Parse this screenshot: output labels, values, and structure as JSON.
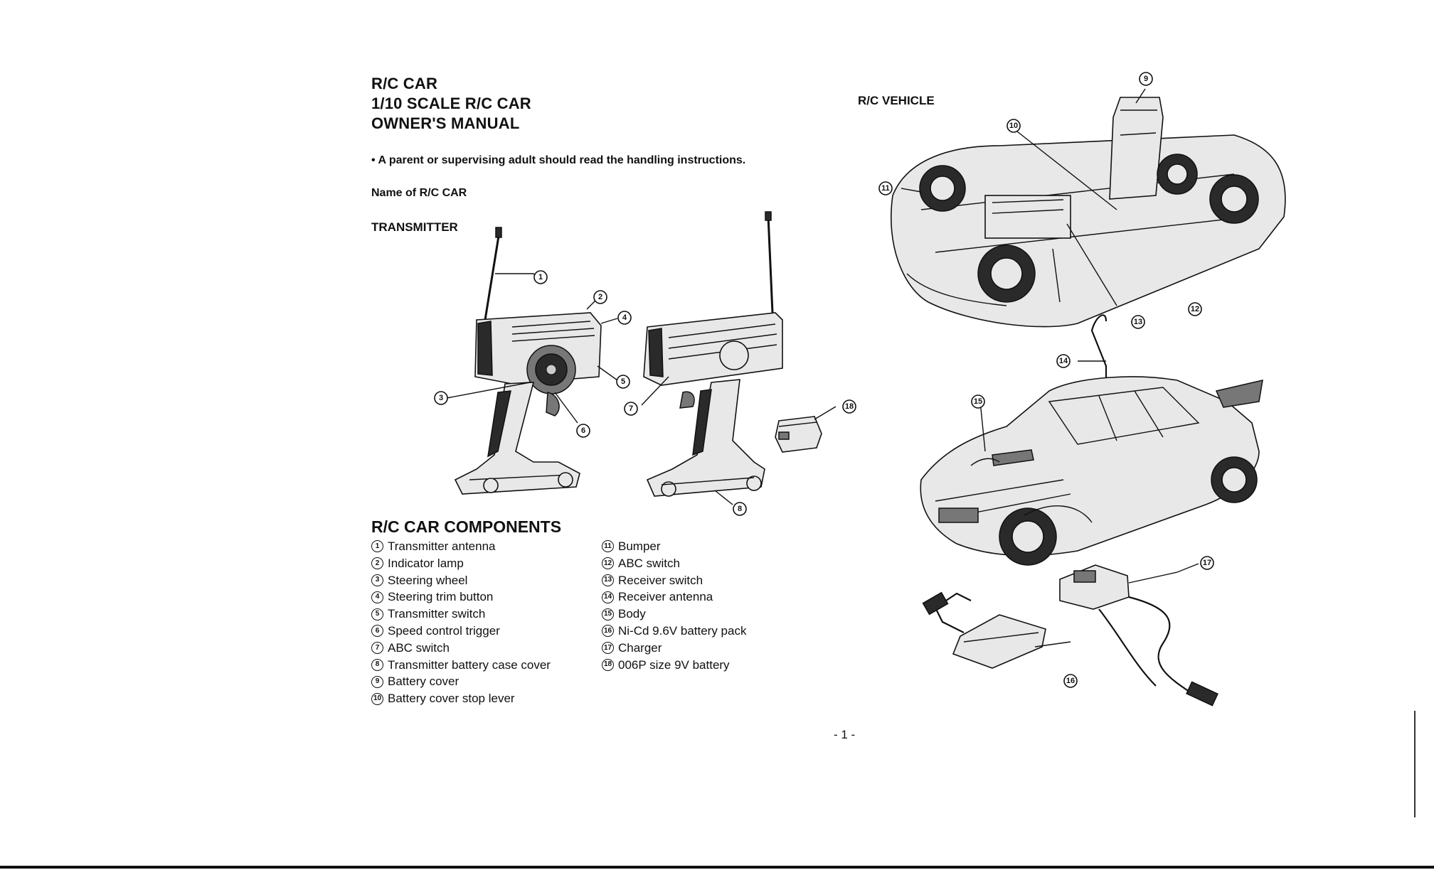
{
  "title": {
    "line1": "R/C CAR",
    "line2": "1/10 SCALE R/C CAR",
    "line3": "OWNER'S MANUAL"
  },
  "notice": "• A parent or supervising adult should read the handling instructions.",
  "name_label": "Name of R/C CAR",
  "transmitter_label": "TRANSMITTER",
  "vehicle_label": "R/C VEHICLE",
  "components": {
    "heading": "R/C CAR COMPONENTS",
    "items": [
      {
        "num": "1",
        "label": "Transmitter antenna"
      },
      {
        "num": "2",
        "label": "Indicator lamp"
      },
      {
        "num": "3",
        "label": "Steering wheel"
      },
      {
        "num": "4",
        "label": "Steering trim button"
      },
      {
        "num": "5",
        "label": "Transmitter switch"
      },
      {
        "num": "6",
        "label": "Speed control trigger"
      },
      {
        "num": "7",
        "label": "ABC switch"
      },
      {
        "num": "8",
        "label": "Transmitter battery case cover"
      },
      {
        "num": "9",
        "label": "Battery cover"
      },
      {
        "num": "10",
        "label": "Battery cover stop lever"
      },
      {
        "num": "11",
        "label": "Bumper"
      },
      {
        "num": "12",
        "label": "ABC switch"
      },
      {
        "num": "13",
        "label": "Receiver switch"
      },
      {
        "num": "14",
        "label": "Receiver antenna"
      },
      {
        "num": "15",
        "label": "Body"
      },
      {
        "num": "16",
        "label": "Ni-Cd 9.6V battery pack"
      },
      {
        "num": "17",
        "label": "Charger"
      },
      {
        "num": "18",
        "label": "006P size 9V battery"
      }
    ]
  },
  "page_number": "- 1 -"
}
